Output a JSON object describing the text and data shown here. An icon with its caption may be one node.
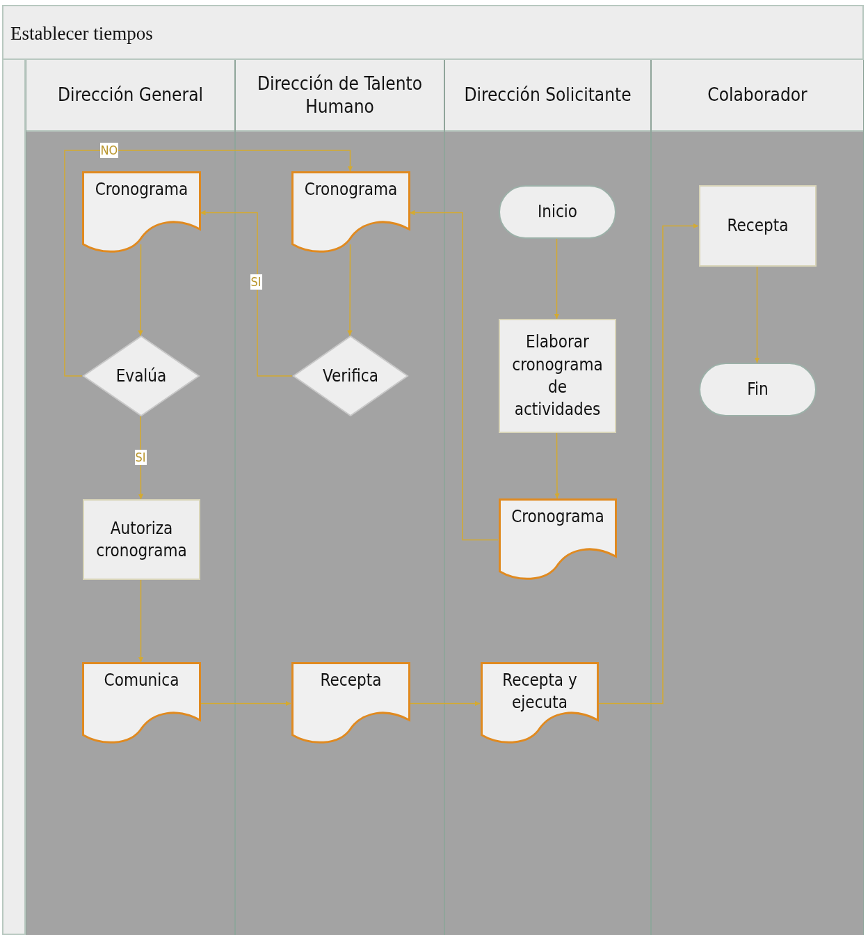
{
  "diagram": {
    "title": "Establecer tiempos",
    "nodes": [
      {
        "text": [
          "Dirección General"
        ]
      },
      {
        "text": [
          "Dirección de Talento Humano"
        ]
      },
      {
        "text": [
          "Dirección Solicitante"
        ]
      },
      {
        "text": [
          "Colaborador"
        ]
      },
      {
        "text": [
          "Cronograma"
        ],
        "in": 0
      },
      {
        "text": [
          "Cronograma"
        ],
        "in": 1
      },
      {
        "text": [
          "Inicio"
        ],
        "in": 2
      },
      {
        "text": [
          "Recepta"
        ],
        "in": 3
      },
      {
        "text": [
          "Elaborar cronograma de actividades"
        ],
        "in": 2
      },
      {
        "text": [
          "Evalúa"
        ],
        "in": 0
      },
      {
        "text": [
          "Verifica"
        ],
        "in": 1
      },
      {
        "text": [
          "Fin"
        ],
        "in": 3
      },
      {
        "text": [
          "Autoriza cronograma"
        ],
        "in": 0
      },
      {
        "text": [
          "Cronograma"
        ],
        "in": 2
      },
      {
        "text": [
          "Comunica"
        ],
        "in": 0
      },
      {
        "text": [
          "Recepta"
        ],
        "in": 1
      },
      {
        "text": [
          "Recepta y ejecuta"
        ],
        "in": 2
      },
      {
        "text": [],
        "shape": "bar"
      }
    ],
    "edges": [
      {
        "from": 6,
        "to": 8,
        "arrow": "to"
      },
      {
        "from": 8,
        "to": 13,
        "arrow": "to"
      },
      {
        "from": 13,
        "to": 5,
        "arrow": "to"
      },
      {
        "from": 5,
        "to": 10,
        "arrow": "to"
      },
      {
        "from": 10,
        "to": 4,
        "arrow": "to",
        "label": "SI"
      },
      {
        "from": 4,
        "to": 9,
        "arrow": "to"
      },
      {
        "from": 9,
        "to": 5,
        "arrow": "to",
        "label": "NO"
      },
      {
        "from": 9,
        "to": 12,
        "arrow": "to",
        "label": "SI"
      },
      {
        "from": 12,
        "to": 14,
        "arrow": "to"
      },
      {
        "from": 14,
        "to": 15,
        "arrow": "to"
      },
      {
        "from": 15,
        "to": 16,
        "arrow": "to"
      },
      {
        "from": 16,
        "to": 7,
        "arrow": "to"
      },
      {
        "from": 7,
        "to": 11,
        "arrow": "to"
      }
    ]
  }
}
